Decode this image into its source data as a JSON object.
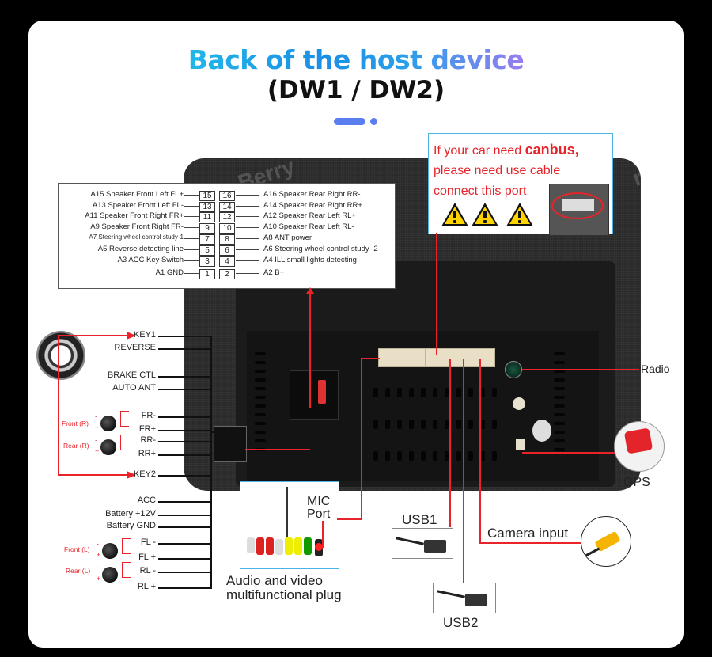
{
  "header": {
    "title": "Back of the host device",
    "subtitle": "(DW1 / DW2)"
  },
  "colors": {
    "accent_red": "#e8232a",
    "title_gradient_start": "#22b8e8",
    "title_gradient_end": "#9a7cf0",
    "canbus_border": "#4ab4e6",
    "indicator": "#5a7df0"
  },
  "pinout": {
    "left": [
      {
        "label": "A15  Speaker Front Left FL+",
        "pin": "15"
      },
      {
        "label": "A13  Speaker Front Left FL-",
        "pin": "13"
      },
      {
        "label": "A11  Speaker Front Right FR+",
        "pin": "11"
      },
      {
        "label": "A9    Speaker Front Right FR-",
        "pin": "9"
      },
      {
        "label": "A7   Steering wheel control study-1",
        "pin": "7"
      },
      {
        "label": "A5    Reverse detecting line",
        "pin": "5"
      },
      {
        "label": "A3 ACC Key Switch",
        "pin": "3"
      },
      {
        "label": "A1 GND",
        "pin": "1"
      }
    ],
    "right": [
      {
        "label": "A16 Speaker Rear Right RR-",
        "pin": "16"
      },
      {
        "label": "A14 Speaker Rear Right RR+",
        "pin": "14"
      },
      {
        "label": "A12 Speaker Rear Left RL+",
        "pin": "12"
      },
      {
        "label": "A10 Speaker Rear Left RL-",
        "pin": "10"
      },
      {
        "label": "A8   ANT power",
        "pin": "8"
      },
      {
        "label": "A6   Steering wheel control study -2",
        "pin": "6"
      },
      {
        "label": "A4   ILL small lights detecting",
        "pin": "4"
      },
      {
        "label": "A2   B+",
        "pin": "2"
      }
    ]
  },
  "canbus": {
    "line1_prefix": "If your car need ",
    "line1_bold": "canbus,",
    "line2": "please need use cable",
    "line3": "connect this port",
    "warning_icons": [
      "warning-icon",
      "warning-icon",
      "warning-icon"
    ]
  },
  "harness": {
    "top": [
      "KEY1",
      "REVERSE",
      "BRAKE CTL",
      "AUTO ANT"
    ],
    "speakers_right": {
      "front_label": "Front (R)",
      "rear_label": "Rear (R)",
      "wires": [
        "FR-",
        "FR+",
        "RR-",
        "RR+"
      ]
    },
    "key2": "KEY2",
    "power": [
      "ACC",
      "Battery +12V",
      "Battery GND"
    ],
    "speakers_left": {
      "front_label": "Front (L)",
      "rear_label": "Rear (L)",
      "wires": [
        "FL -",
        "FL +",
        "RL -",
        "RL +"
      ]
    },
    "minus": "-",
    "plus": "+"
  },
  "ports": {
    "radio": "Radio",
    "gps": "GPS",
    "mic_line1": "MIC",
    "mic_line2": "Port",
    "av_line1": "Audio and video",
    "av_line2": "multifunctional plug",
    "usb1": "USB1",
    "usb2": "USB2",
    "camera": "Camera input"
  }
}
